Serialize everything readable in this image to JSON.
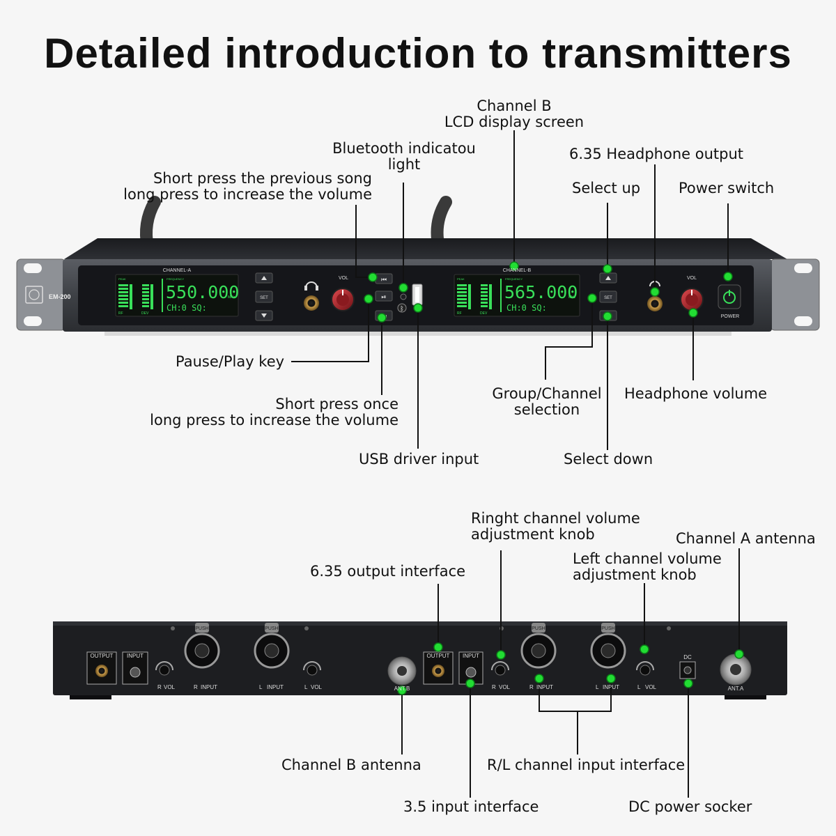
{
  "title": "Detailed introduction to transmitters",
  "front_labels": {
    "channel_b_lcd": [
      "Channel B",
      "LCD display screen"
    ],
    "bluetooth_light": [
      "Bluetooth indicatou",
      "light"
    ],
    "previous_song": [
      "Short press the previous song",
      "long press to increase the volume"
    ],
    "headphone_output": "6.35 Headphone output",
    "select_up": "Select up",
    "power_switch": "Power switch",
    "pause_play": "Pause/Play key",
    "next_song": [
      "Short press once",
      "long press to increase the volume"
    ],
    "usb_input": "USB driver input",
    "group_channel": [
      "Group/Channel",
      "selection"
    ],
    "headphone_volume": "Headphone volume",
    "select_down": "Select down"
  },
  "rear_labels": {
    "right_vol_knob": [
      "Ringht channel volume",
      "adjustment knob"
    ],
    "channel_a_antenna": "Channel A antenna",
    "output_interface": "6.35 output interface",
    "left_vol_knob": [
      "Left channel volume",
      "adjustment knob"
    ],
    "channel_b_antenna": "Channel B antenna",
    "rl_input": "R/L channel input interface",
    "input_35": "3.5 input interface",
    "dc_power": "DC power socker"
  },
  "front_panel": {
    "model": "EM-200",
    "channel_a": "CHANNEL-A",
    "channel_b": "CHANNEL-B",
    "freq_a": "550.000",
    "freq_b": "565.000",
    "mhz": "MHz",
    "frequency_label": "FREQUENCY",
    "ch_line": "CH:0 SQ:",
    "peak": "PEAK",
    "rf": "RF",
    "dev": "DEV",
    "set": "SET",
    "vol": "VOL",
    "power": "POWER"
  },
  "rear_panel": {
    "output": "OUTPUT",
    "input": "INPUT",
    "vol": "VOL",
    "input_txt": "INPUT",
    "push": "PUSH",
    "ant_a": "ANT.A",
    "ant_b": "ANT.B",
    "dc": "DC",
    "r": "R",
    "l": "L"
  },
  "colors": {
    "callout_dot": "#22dd33",
    "lcd_green": "#39e05a",
    "knob_red": "#b8232a"
  }
}
